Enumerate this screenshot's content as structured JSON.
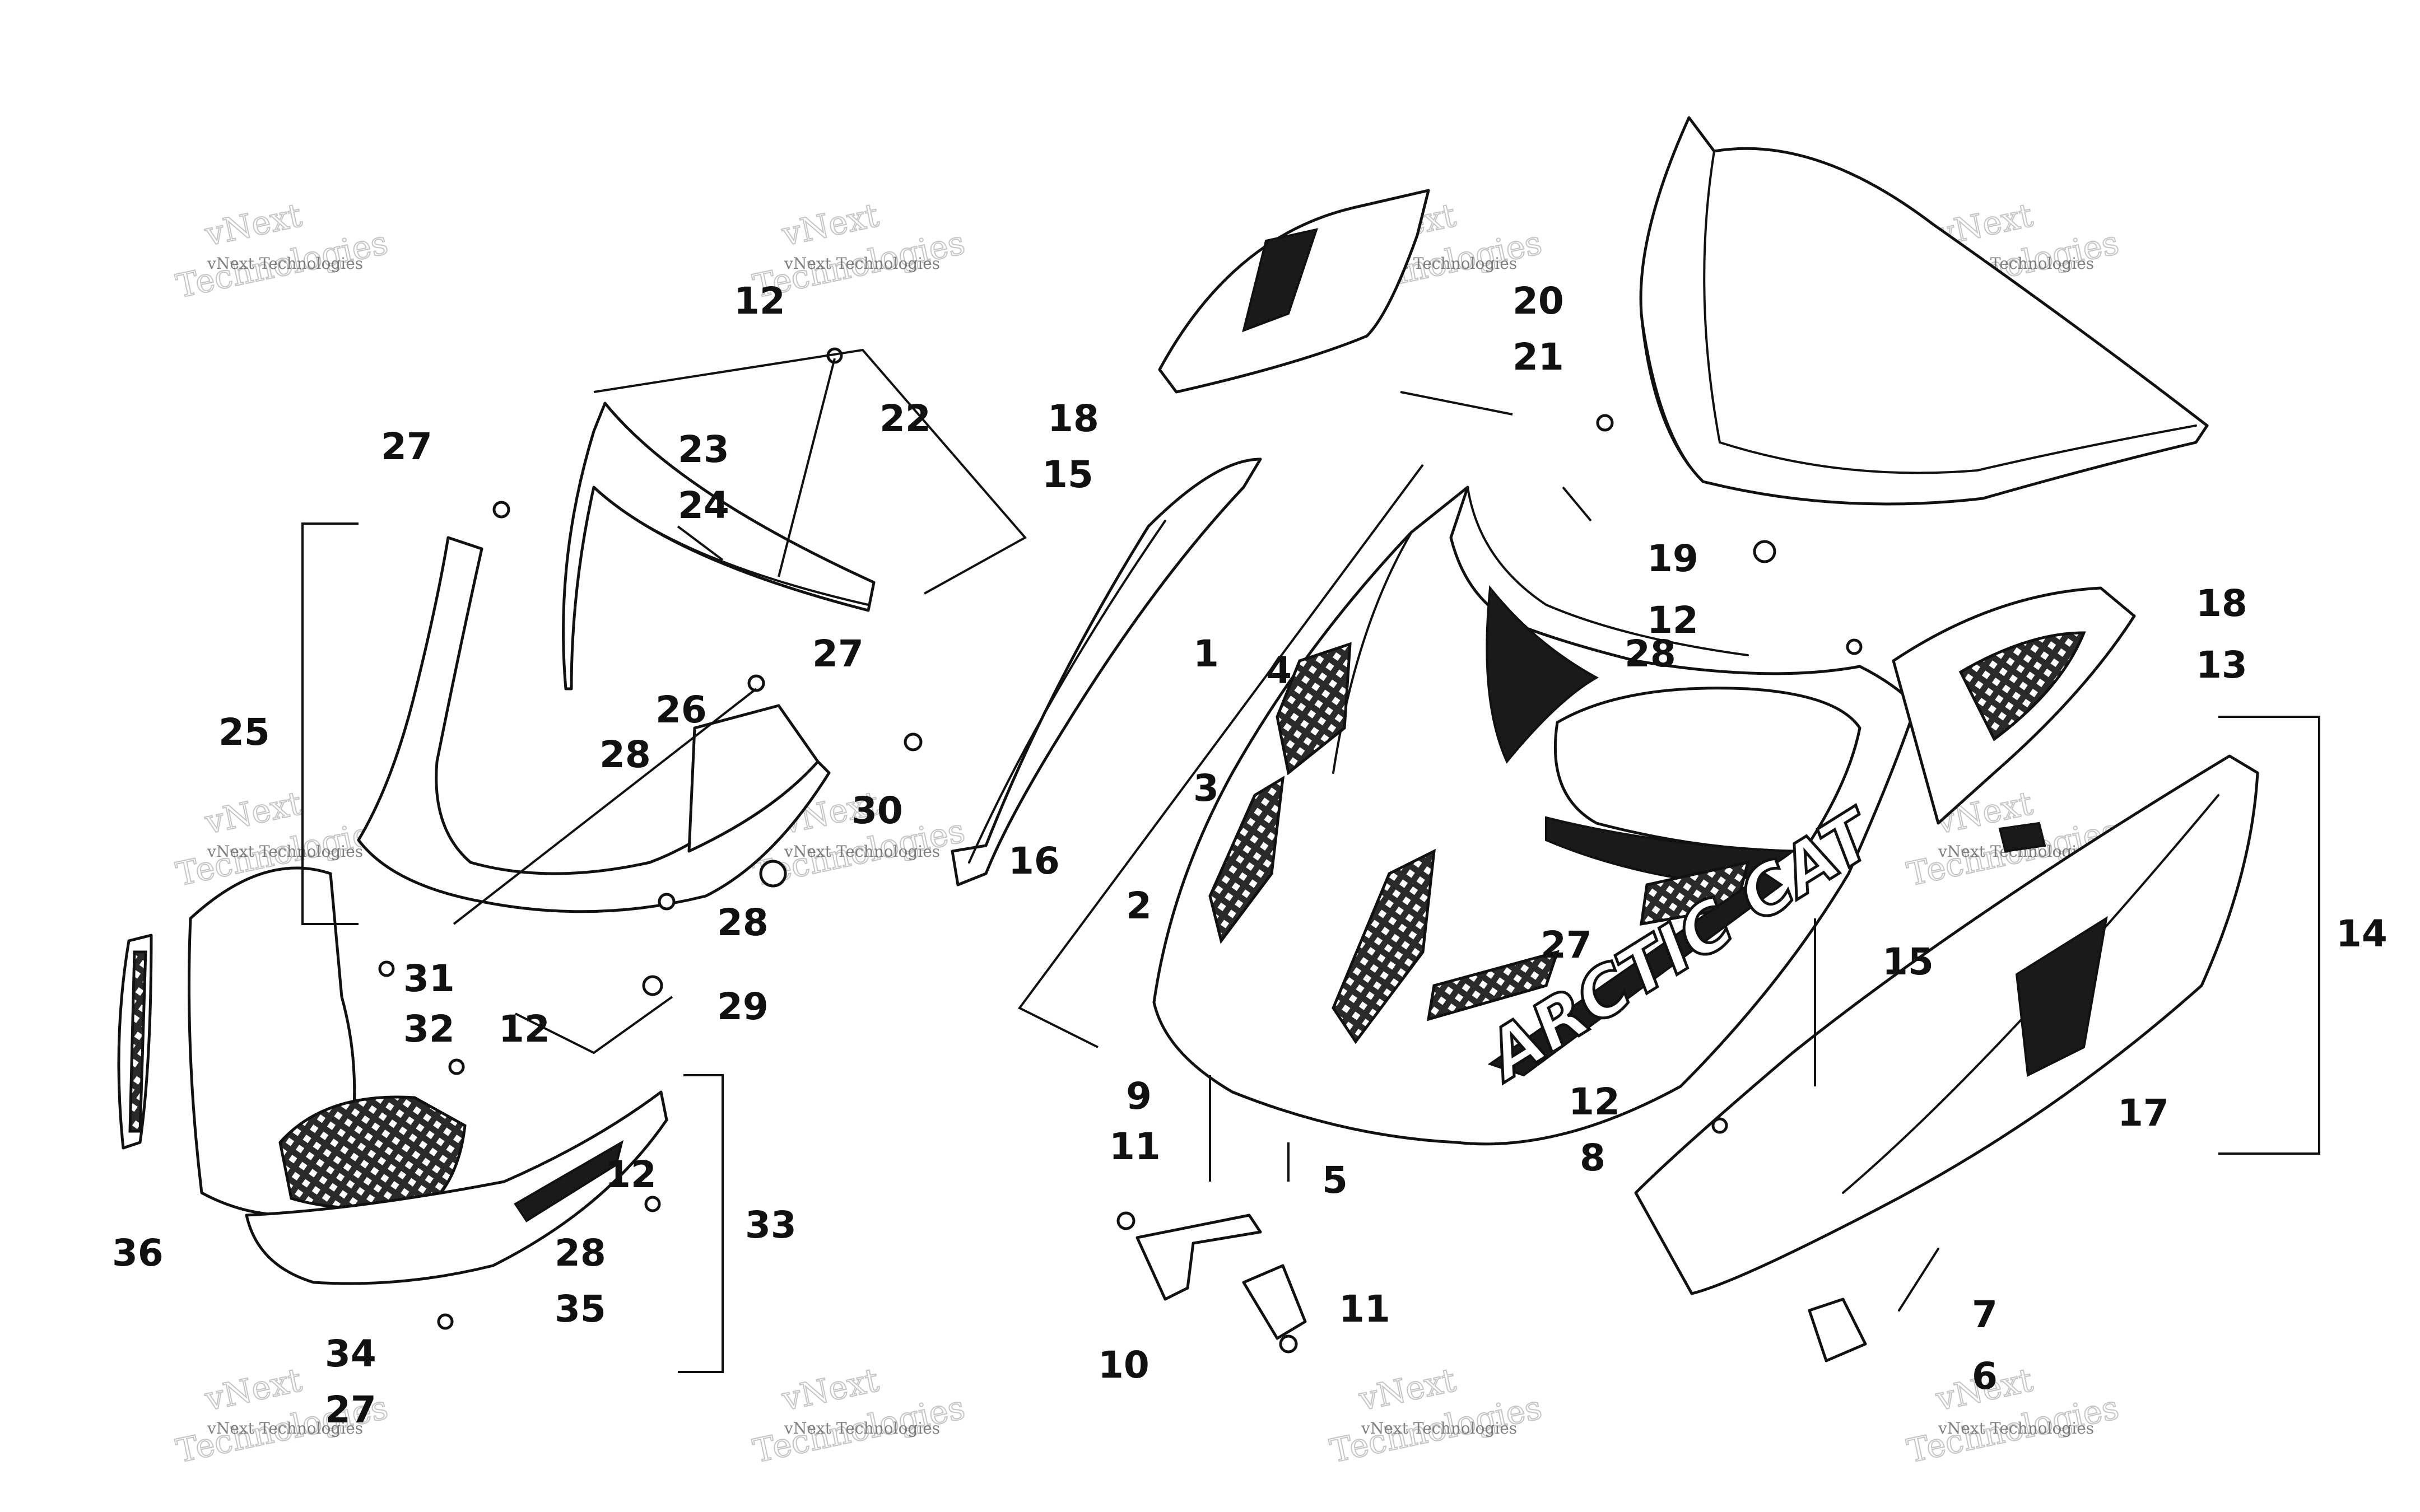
{
  "diagram": {
    "watermark": {
      "line1": "vNext Technologies",
      "line2": "vNext",
      "line3": "Technologies"
    },
    "logo_text": "ARCTIC CAT",
    "callouts": [
      "1",
      "2",
      "3",
      "4",
      "5",
      "6",
      "7",
      "8",
      "9",
      "10",
      "11",
      "11",
      "12",
      "12",
      "12",
      "12",
      "12",
      "13",
      "14",
      "15",
      "15",
      "16",
      "17",
      "18",
      "18",
      "19",
      "20",
      "21",
      "22",
      "23",
      "24",
      "25",
      "26",
      "27",
      "27",
      "27",
      "27",
      "28",
      "28",
      "28",
      "28",
      "29",
      "30",
      "31",
      "32",
      "33",
      "34",
      "35",
      "36"
    ]
  }
}
